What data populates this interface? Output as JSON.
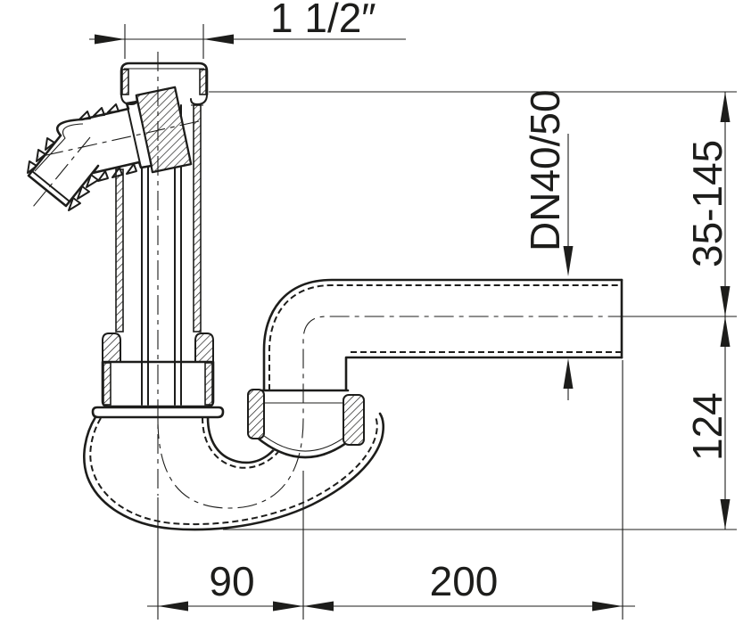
{
  "drawing": {
    "type": "technical-line-drawing",
    "subject": "Pipe siphon (P-trap) with angled hose connector",
    "colors": {
      "line": "#1d1d1b",
      "background": "#ffffff"
    },
    "dimensions": {
      "inlet_thread": "1 1/2″",
      "pipe_diameter": "DN40/50",
      "height_adjust": "35-145",
      "trap_depth": "124",
      "trap_offset": "90",
      "outlet_length": "200"
    }
  }
}
